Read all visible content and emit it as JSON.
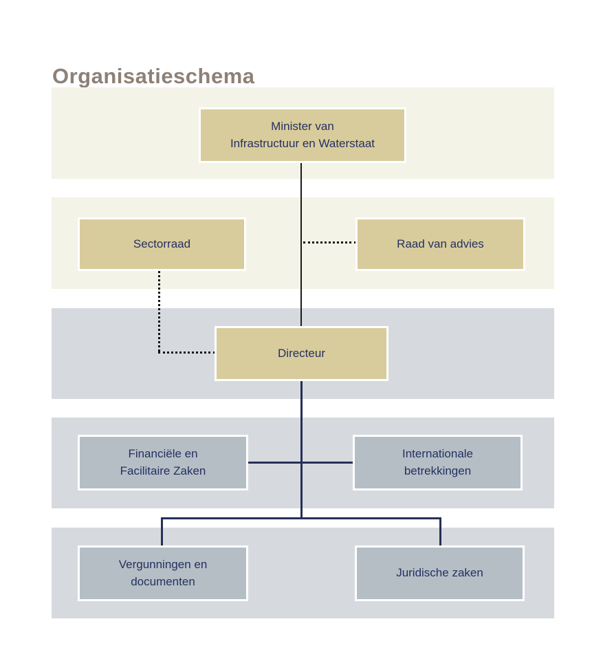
{
  "title": "Organisatieschema",
  "colors": {
    "band_cream": "#f4f3e7",
    "band_bluegray": "#d6dade",
    "node_tan": "#d8cc9c",
    "node_gray": "#b5bec5",
    "node_border": "#ffffff",
    "text_navy": "#253061",
    "line_black": "#1a1a1a",
    "line_navy": "#262f57",
    "title_taupe": "#8d8077"
  },
  "org_chart": {
    "nodes": {
      "minister": "Minister van\nInfrastructuur en Waterstaat",
      "sectorraad": "Sectorraad",
      "raad_van_advies": "Raad van advies",
      "directeur": "Directeur",
      "financiele": "Financiële en\nFacilitaire Zaken",
      "internationale": "Internationale\nbetrekkingen",
      "vergunningen": "Vergunningen en\ndocumenten",
      "juridische": "Juridische zaken"
    }
  }
}
